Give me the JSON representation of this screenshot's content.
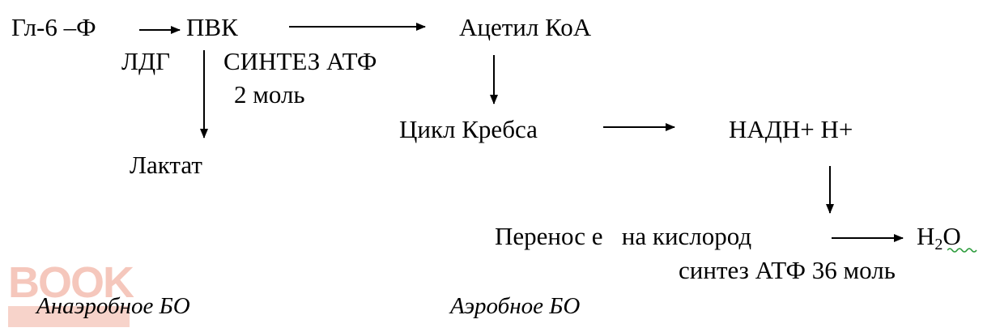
{
  "nodes": {
    "gl6f": "Гл-6 –Ф",
    "pvk": "ПВК",
    "acetyl_coa": "Ацетил КоА",
    "ldg": "ЛДГ",
    "atp_synth_2_line1": "СИНТЕЗ АТФ",
    "atp_synth_2_line2": "2 моль",
    "lactate": "Лактат",
    "krebs": "Цикл Кребса",
    "nadh": "НАДН+ Н+",
    "transfer": "Перенос е   на кислород",
    "h2o_h": "H",
    "h2o_sub": "2",
    "h2o_o": "O",
    "atp_synth_36": "синтез АТФ 36 моль"
  },
  "labels": {
    "anaerobic": "Анаэробное БО",
    "aerobic": "Аэробное БО"
  },
  "watermark": {
    "text": "BOOK",
    "color": "#f2b5a6"
  }
}
